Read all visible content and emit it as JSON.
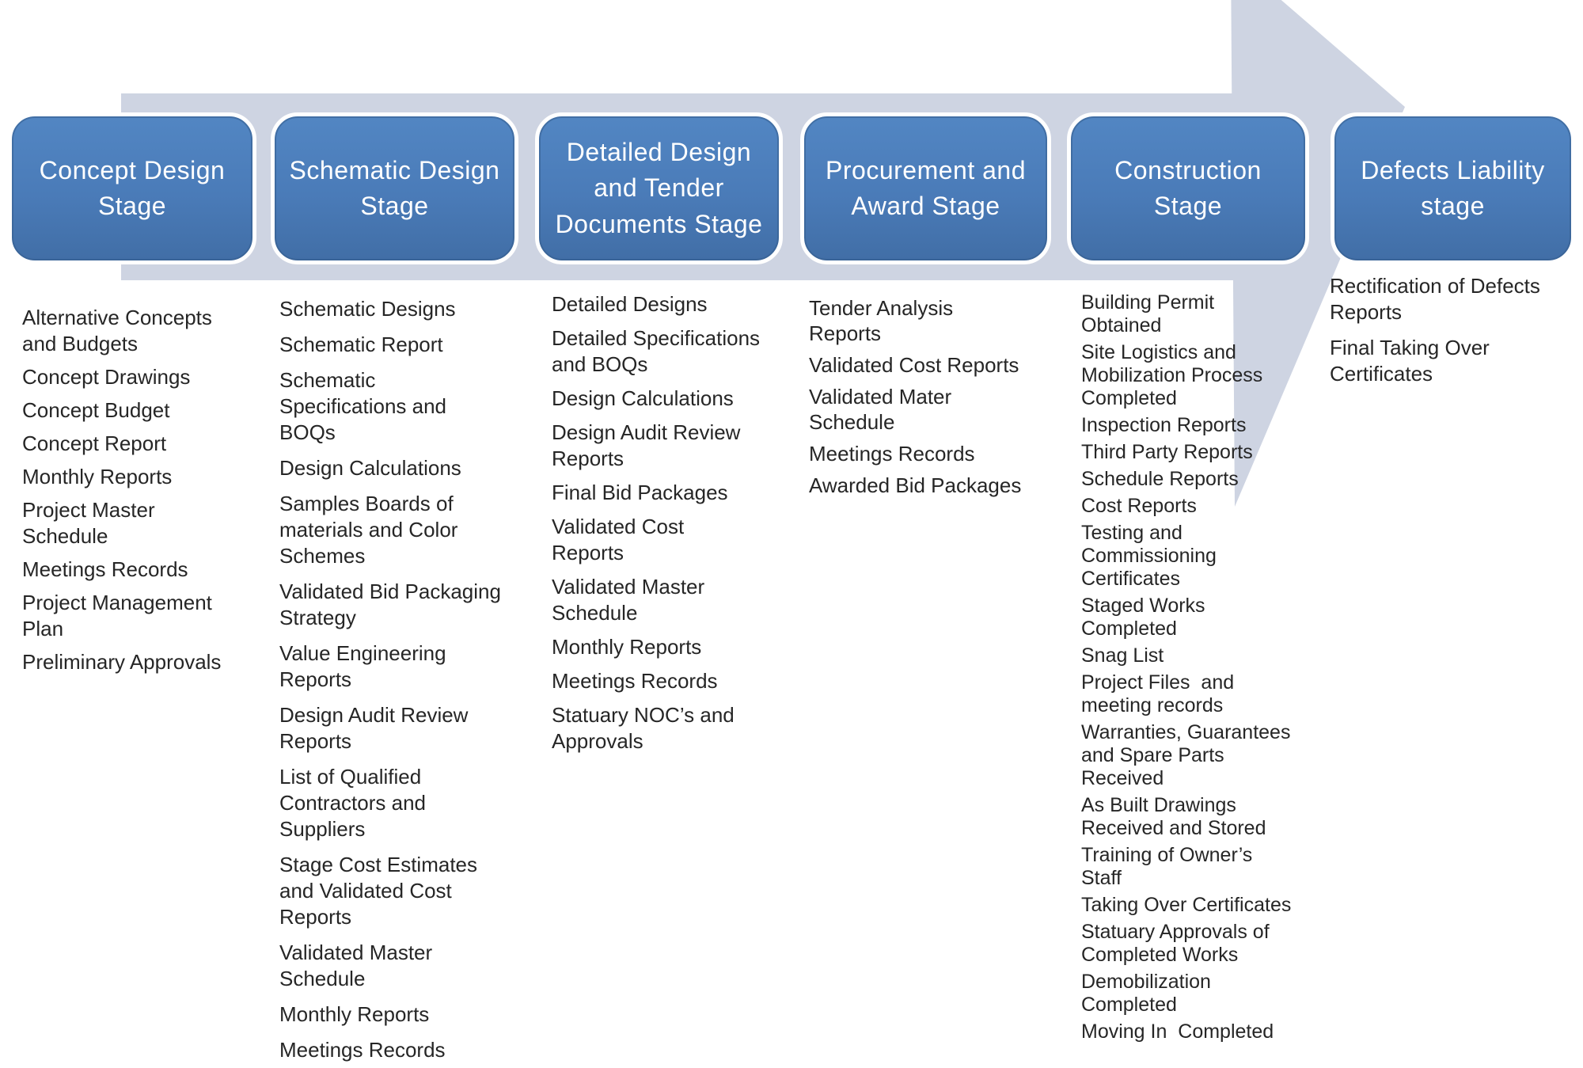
{
  "diagram": {
    "kind": "process-arrow",
    "direction": "left-to-right",
    "colors": {
      "stage_fill": "#4a7bb8",
      "stage_border": "#ffffff",
      "stage_title_text": "#ffffff",
      "arrow_band": "#ced4e2",
      "item_text": "#262626",
      "background": "#ffffff"
    },
    "stages": [
      {
        "id": "concept-design",
        "title": "Concept Design\nStage",
        "items": [
          "Alternative Concepts\nand Budgets",
          "Concept Drawings",
          "Concept Budget",
          "Concept Report",
          "Monthly Reports",
          "Project Master\nSchedule",
          "Meetings Records",
          "Project Management\nPlan",
          "Preliminary Approvals"
        ]
      },
      {
        "id": "schematic-design",
        "title": "Schematic Design\nStage",
        "items": [
          "Schematic Designs",
          "Schematic Report",
          "Schematic\nSpecifications and\nBOQs",
          "Design Calculations",
          "Samples Boards of\nmaterials and Color\nSchemes",
          "Validated Bid Packaging\nStrategy",
          "Value Engineering\nReports",
          "Design Audit Review\nReports",
          "List of Qualified\nContractors and\nSuppliers",
          "Stage Cost Estimates\nand Validated Cost\nReports",
          "Validated Master\nSchedule",
          "Monthly Reports",
          "Meetings Records"
        ]
      },
      {
        "id": "detailed-design-tender",
        "title": "Detailed Design\nand Tender\nDocuments Stage",
        "items": [
          "Detailed Designs",
          "Detailed Specifications\nand BOQs",
          "Design Calculations",
          "Design Audit Review\nReports",
          "Final Bid Packages",
          "Validated Cost\nReports",
          "Validated Master\nSchedule",
          "Monthly Reports",
          "Meetings Records",
          "Statuary NOC’s and\nApprovals"
        ]
      },
      {
        "id": "procurement-award",
        "title": "Procurement and\nAward Stage",
        "items": [
          "Tender Analysis\nReports",
          "Validated Cost Reports",
          "Validated Mater\nSchedule",
          "Meetings Records",
          "Awarded Bid Packages"
        ]
      },
      {
        "id": "construction",
        "title": "Construction\nStage",
        "items": [
          "Building Permit\nObtained",
          "Site Logistics and\nMobilization Process\nCompleted",
          "Inspection Reports",
          "Third Party Reports",
          "Schedule Reports",
          "Cost Reports",
          "Testing and\nCommissioning\nCertificates",
          "Staged Works\nCompleted",
          "Snag List",
          "Project Files  and\nmeeting records",
          "Warranties, Guarantees\nand Spare Parts\nReceived",
          "As Built Drawings\nReceived and Stored",
          "Training of Owner’s\nStaff",
          "Taking Over Certificates",
          "Statuary Approvals of\nCompleted Works",
          "Demobilization\nCompleted",
          "Moving In  Completed"
        ]
      },
      {
        "id": "defects-liability",
        "title": "Defects Liability\nstage",
        "items": [
          "Rectification of Defects\nReports",
          "Final Taking Over\nCertificates"
        ]
      }
    ]
  }
}
